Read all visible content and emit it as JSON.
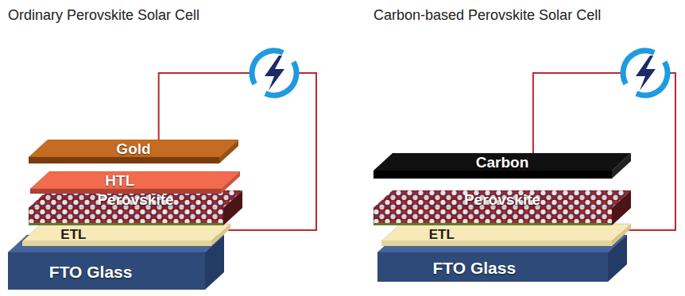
{
  "diagram": {
    "nodes": [
      {
        "text": [
          "Gold"
        ]
      },
      {
        "text": [
          "HTL"
        ]
      },
      {
        "text": [
          "Perovskite"
        ]
      },
      {
        "text": [
          "ETL"
        ]
      },
      {
        "text": [
          "FTO Glass"
        ]
      },
      {
        "text": [
          "Carbon"
        ]
      },
      {
        "text": [
          "Perovskite"
        ]
      },
      {
        "text": [
          "ETL"
        ]
      },
      {
        "text": [
          "FTO Glass"
        ]
      }
    ],
    "edges": [
      {
        "from": 0,
        "to": 3,
        "arrow": "none"
      },
      {
        "from": 5,
        "to": 7,
        "arrow": "none"
      }
    ],
    "labels": [
      "Ordinary Perovskite Solar Cell",
      "Carbon-based Perovskite Solar Cell"
    ]
  }
}
